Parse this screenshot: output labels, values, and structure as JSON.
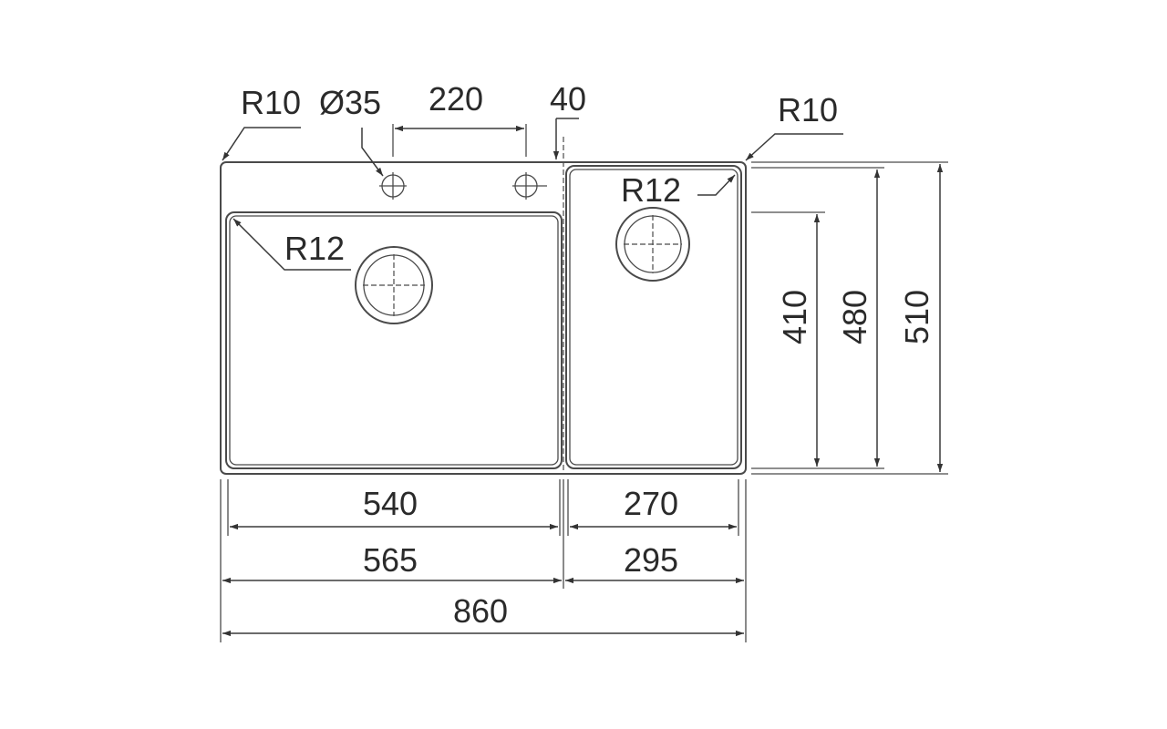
{
  "labels": {
    "r10_left": "R10",
    "d35": "Ø35",
    "w220": "220",
    "w40": "40",
    "r10_right": "R10",
    "r12_left": "R12",
    "r12_right": "R12",
    "w540": "540",
    "w270": "270",
    "w565": "565",
    "w295": "295",
    "w860": "860",
    "h410": "410",
    "h480": "480",
    "h510": "510"
  }
}
